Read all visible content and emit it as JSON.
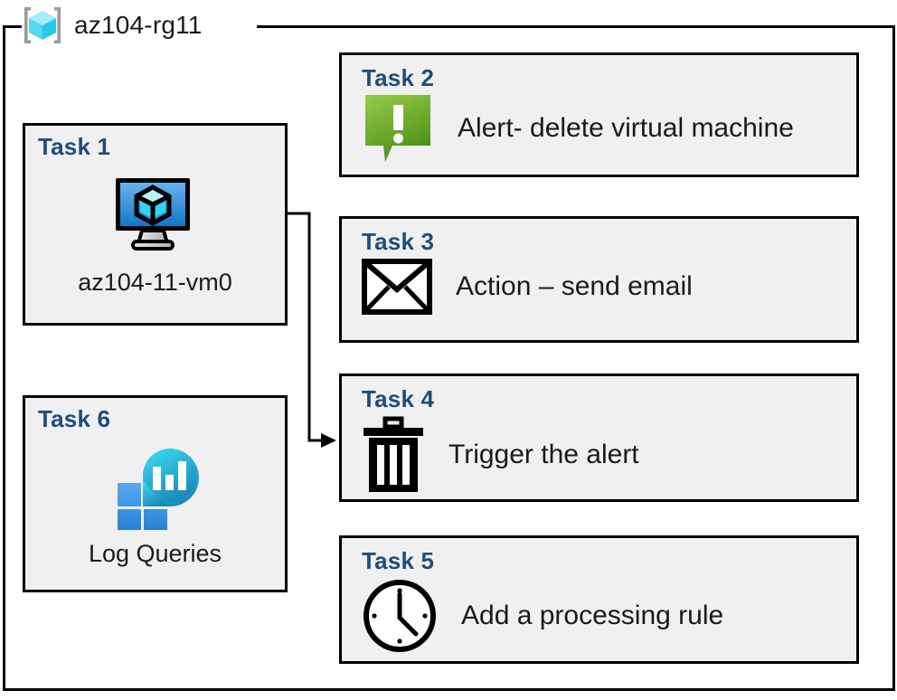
{
  "header": {
    "title": "az104-rg11",
    "icon": "azure-resource-group-icon"
  },
  "tasks": [
    {
      "id": "task1",
      "title": "Task 1",
      "caption": "az104-11-vm0",
      "icon": "virtual-machine-icon",
      "layout": "vertical"
    },
    {
      "id": "task2",
      "title": "Task 2",
      "caption": "Alert- delete virtual machine",
      "icon": "alert-exclamation-icon",
      "layout": "horizontal"
    },
    {
      "id": "task3",
      "title": "Task 3",
      "caption": "Action – send email",
      "icon": "envelope-icon",
      "layout": "horizontal"
    },
    {
      "id": "task4",
      "title": "Task 4",
      "caption": "Trigger the alert",
      "icon": "trash-delete-icon",
      "layout": "horizontal"
    },
    {
      "id": "task5",
      "title": "Task 5",
      "caption": "Add a processing rule",
      "icon": "clock-icon",
      "layout": "horizontal"
    },
    {
      "id": "task6",
      "title": "Task 6",
      "caption": "Log Queries",
      "icon": "log-analytics-icon",
      "layout": "vertical"
    }
  ],
  "connector": {
    "from": "task1-vm-icon",
    "to": "task4",
    "arrow": "arrowhead-right"
  },
  "colors": {
    "task_title": "#1F4E79",
    "card_fill": "#F0F0F0",
    "card_border": "#000000",
    "frame_border": "#000000",
    "alert_green_light": "#8CC63F",
    "alert_green_dark": "#5A9A1E",
    "vm_blue_light": "#5BA4E8",
    "vm_blue_dark": "#1573C6",
    "cube_cyan": "#6FE3F5",
    "log_cyan": "#32CDE8",
    "log_teal": "#1E87B8",
    "log_square_blue": "#3A92E0",
    "text": "#1A1A1A"
  }
}
